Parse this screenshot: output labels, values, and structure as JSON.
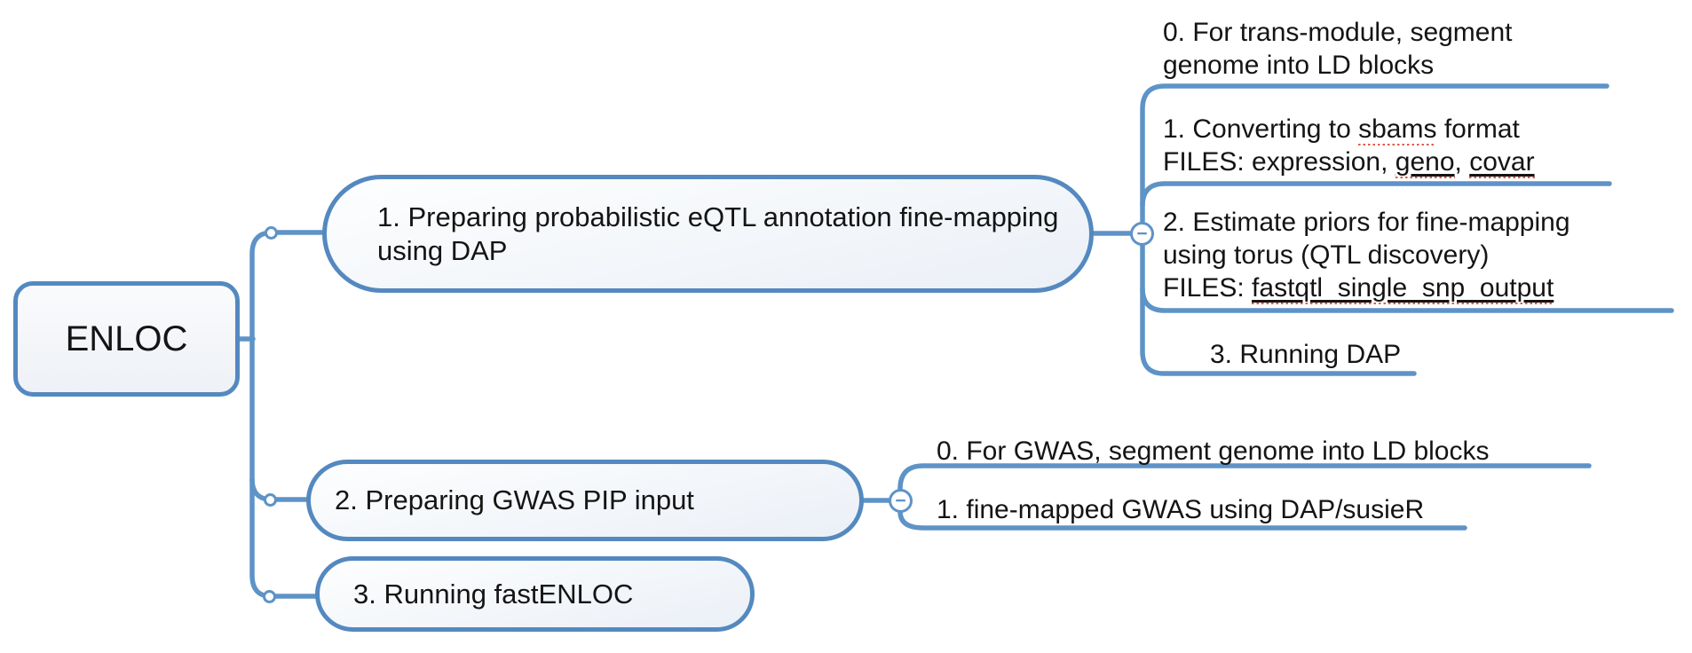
{
  "ui": {
    "collapse_glyph": "−"
  },
  "colors": {
    "line_blue": "#5e93c7",
    "node_border_blue": "#5489c0",
    "spellcheck_red": "#e25a49",
    "text": "#141414"
  },
  "root": {
    "label": "ENLOC"
  },
  "branches": [
    {
      "label": "1. Preparing probabilistic eQTL annotation fine-mapping using DAP",
      "children": [
        {
          "lines": [
            [
              {
                "t": "0. For trans-module, segment"
              }
            ],
            [
              {
                "t": "genome into LD blocks"
              }
            ]
          ]
        },
        {
          "lines": [
            [
              {
                "t": "1. Converting to "
              },
              {
                "t": "sbams",
                "spell": true
              },
              {
                "t": " format"
              }
            ],
            [
              {
                "t": "FILES: expression, "
              },
              {
                "t": "geno",
                "u": true,
                "spell": true
              },
              {
                "t": ", "
              },
              {
                "t": "covar",
                "u": true,
                "spell": true
              }
            ]
          ]
        },
        {
          "lines": [
            [
              {
                "t": "2. Estimate priors for fine-mapping"
              }
            ],
            [
              {
                "t": "using torus (QTL discovery)"
              }
            ],
            [
              {
                "t": "FILES: "
              },
              {
                "t": "fastqtl_single_snp_output",
                "u": true,
                "spell": true
              }
            ]
          ]
        },
        {
          "lines": [
            [
              {
                "t": "3. Running DAP"
              }
            ]
          ]
        }
      ]
    },
    {
      "label": "2. Preparing GWAS PIP input",
      "children": [
        {
          "lines": [
            [
              {
                "t": "0. For GWAS, segment genome into LD blocks"
              }
            ]
          ]
        },
        {
          "lines": [
            [
              {
                "t": "1. fine-mapped GWAS using DAP/susieR"
              }
            ]
          ]
        }
      ]
    },
    {
      "label": "3. Running fastENLOC",
      "children": []
    }
  ]
}
